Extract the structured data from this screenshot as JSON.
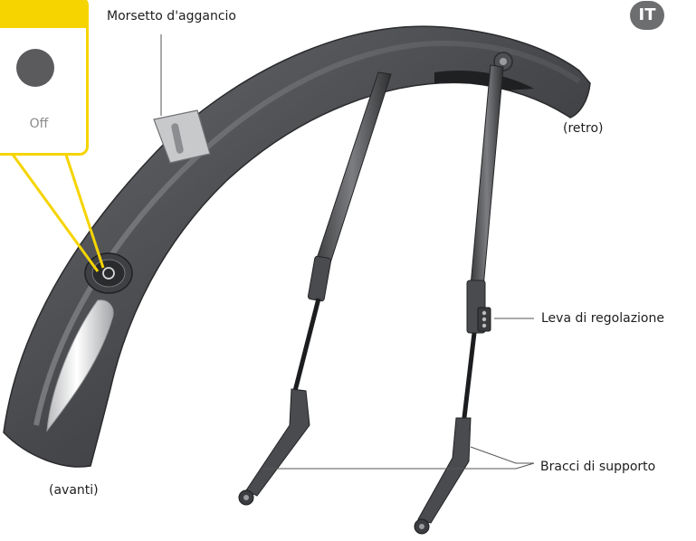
{
  "language_badge": "IT",
  "callout": {
    "state_label": "Off",
    "accent_color": "#f6d400",
    "led_color": "#5b5b5e"
  },
  "labels": {
    "clamp": "Morsetto d'aggancio",
    "rear": "(retro)",
    "front": "(avanti)",
    "adjust_lever": "Leva di regolazione",
    "support_arms": "Bracci di supporto"
  },
  "colors": {
    "fender": "#4a4b4e",
    "badge": "#6d6e70"
  }
}
